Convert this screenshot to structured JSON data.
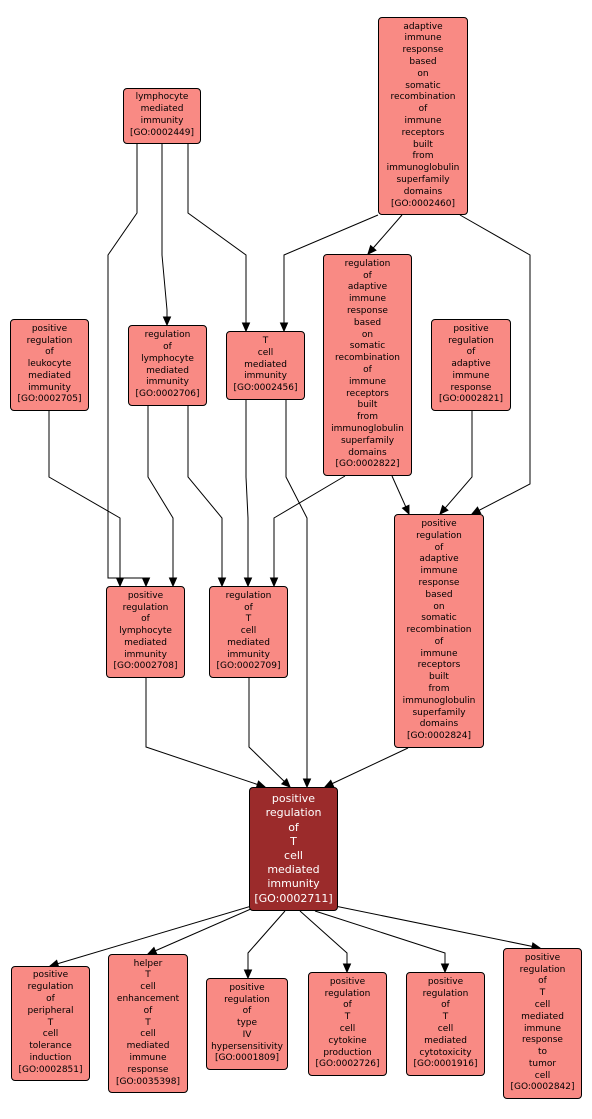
{
  "nodes": [
    {
      "id": "GO:0002449",
      "lines": [
        "lymphocyte",
        "mediated",
        "immunity",
        "[GO:0002449]"
      ]
    },
    {
      "id": "GO:0002460",
      "lines": [
        "adaptive",
        "immune",
        "response",
        "based",
        "on",
        "somatic",
        "recombination",
        "of",
        "immune",
        "receptors",
        "built",
        "from",
        "immunoglobulin",
        "superfamily",
        "domains",
        "[GO:0002460]"
      ]
    },
    {
      "id": "GO:0002705",
      "lines": [
        "positive",
        "regulation",
        "of",
        "leukocyte",
        "mediated",
        "immunity",
        "[GO:0002705]"
      ]
    },
    {
      "id": "GO:0002706",
      "lines": [
        "regulation",
        "of",
        "lymphocyte",
        "mediated",
        "immunity",
        "[GO:0002706]"
      ]
    },
    {
      "id": "GO:0002456",
      "lines": [
        "T",
        "cell",
        "mediated",
        "immunity",
        "[GO:0002456]"
      ]
    },
    {
      "id": "GO:0002822",
      "lines": [
        "regulation",
        "of",
        "adaptive",
        "immune",
        "response",
        "based",
        "on",
        "somatic",
        "recombination",
        "of",
        "immune",
        "receptors",
        "built",
        "from",
        "immunoglobulin",
        "superfamily",
        "domains",
        "[GO:0002822]"
      ]
    },
    {
      "id": "GO:0002821",
      "lines": [
        "positive",
        "regulation",
        "of",
        "adaptive",
        "immune",
        "response",
        "[GO:0002821]"
      ]
    },
    {
      "id": "GO:0002708",
      "lines": [
        "positive",
        "regulation",
        "of",
        "lymphocyte",
        "mediated",
        "immunity",
        "[GO:0002708]"
      ]
    },
    {
      "id": "GO:0002709",
      "lines": [
        "regulation",
        "of",
        "T",
        "cell",
        "mediated",
        "immunity",
        "[GO:0002709]"
      ]
    },
    {
      "id": "GO:0002824",
      "lines": [
        "positive",
        "regulation",
        "of",
        "adaptive",
        "immune",
        "response",
        "based",
        "on",
        "somatic",
        "recombination",
        "of",
        "immune",
        "receptors",
        "built",
        "from",
        "immunoglobulin",
        "superfamily",
        "domains",
        "[GO:0002824]"
      ]
    },
    {
      "id": "GO:0002711",
      "lines": [
        "positive",
        "regulation",
        "of",
        "T",
        "cell",
        "mediated",
        "immunity",
        "[GO:0002711]"
      ],
      "focus": true
    },
    {
      "id": "GO:0002851",
      "lines": [
        "positive",
        "regulation",
        "of",
        "peripheral",
        "T",
        "cell",
        "tolerance",
        "induction",
        "[GO:0002851]"
      ]
    },
    {
      "id": "GO:0035398",
      "lines": [
        "helper",
        "T",
        "cell",
        "enhancement",
        "of",
        "T",
        "cell",
        "mediated",
        "immune",
        "response",
        "[GO:0035398]"
      ]
    },
    {
      "id": "GO:0001809",
      "lines": [
        "positive",
        "regulation",
        "of",
        "type",
        "IV",
        "hypersensitivity",
        "[GO:0001809]"
      ]
    },
    {
      "id": "GO:0002726",
      "lines": [
        "positive",
        "regulation",
        "of",
        "T",
        "cell",
        "cytokine",
        "production",
        "[GO:0002726]"
      ]
    },
    {
      "id": "GO:0001916",
      "lines": [
        "positive",
        "regulation",
        "of",
        "T",
        "cell",
        "mediated",
        "cytotoxicity",
        "[GO:0001916]"
      ]
    },
    {
      "id": "GO:0002842",
      "lines": [
        "positive",
        "regulation",
        "of",
        "T",
        "cell",
        "mediated",
        "immune",
        "response",
        "to",
        "tumor",
        "cell",
        "[GO:0002842]"
      ]
    }
  ],
  "colors": {
    "node_fill": "#f98a84",
    "focus_fill": "#9b2b2b",
    "focus_text": "#ffffff",
    "edge": "#000000"
  }
}
